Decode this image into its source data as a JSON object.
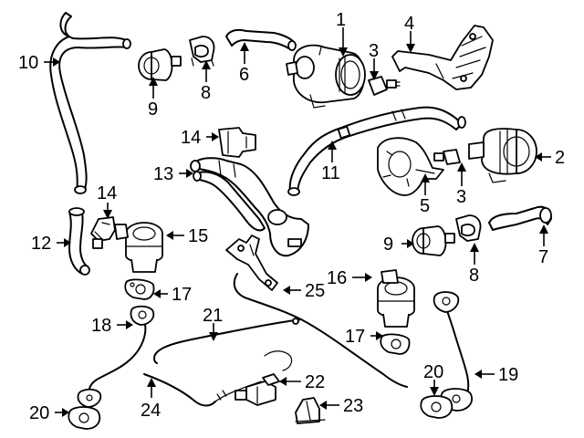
{
  "callouts": {
    "c1": "1",
    "c2": "2",
    "c3a": "3",
    "c3b": "3",
    "c4": "4",
    "c5": "5",
    "c6": "6",
    "c7": "7",
    "c8a": "8",
    "c8b": "8",
    "c9a": "9",
    "c9b": "9",
    "c10": "10",
    "c11": "11",
    "c12": "12",
    "c13": "13",
    "c14a": "14",
    "c14b": "14",
    "c15": "15",
    "c16": "16",
    "c17a": "17",
    "c17b": "17",
    "c18": "18",
    "c19": "19",
    "c20a": "20",
    "c20b": "20",
    "c21": "21",
    "c22": "22",
    "c23": "23",
    "c24": "24",
    "c25": "25"
  }
}
